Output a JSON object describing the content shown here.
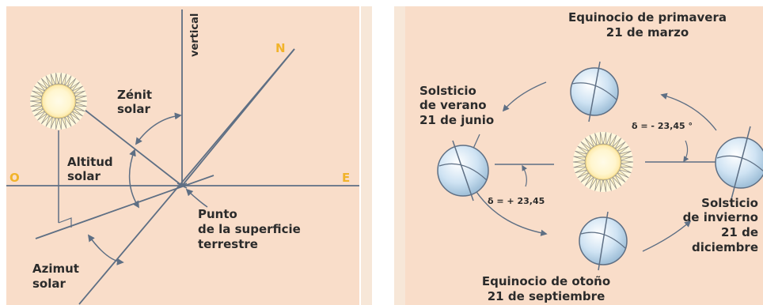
{
  "left_panel": {
    "vertical_label": "vertical",
    "zenith": [
      "Zénit",
      "solar"
    ],
    "altitude": [
      "Altitud",
      "solar"
    ],
    "azimuth": [
      "Azimut",
      "solar"
    ],
    "point": [
      "Punto",
      "de la superficie",
      "terrestre"
    ],
    "west": "O",
    "east": "E",
    "north": "N"
  },
  "right_panel": {
    "spring_equinox": [
      "Equinocio de primavera",
      "21 de marzo"
    ],
    "summer_solstice": [
      "Solsticio",
      "de verano",
      "21 de junio"
    ],
    "winter_solstice": [
      "Solsticio",
      "de invierno",
      "21 de",
      "diciembre"
    ],
    "autumn_equinox": [
      "Equinocio de otoño",
      "21 de septiembre"
    ],
    "delta_summer": "δ = + 23,45",
    "delta_winter": "δ = - 23,45 °"
  },
  "colors": {
    "background": "#f9ddc9",
    "line": "#5e6f84",
    "cardinal": "#f1b32a",
    "globe": "#cfe3f3"
  }
}
